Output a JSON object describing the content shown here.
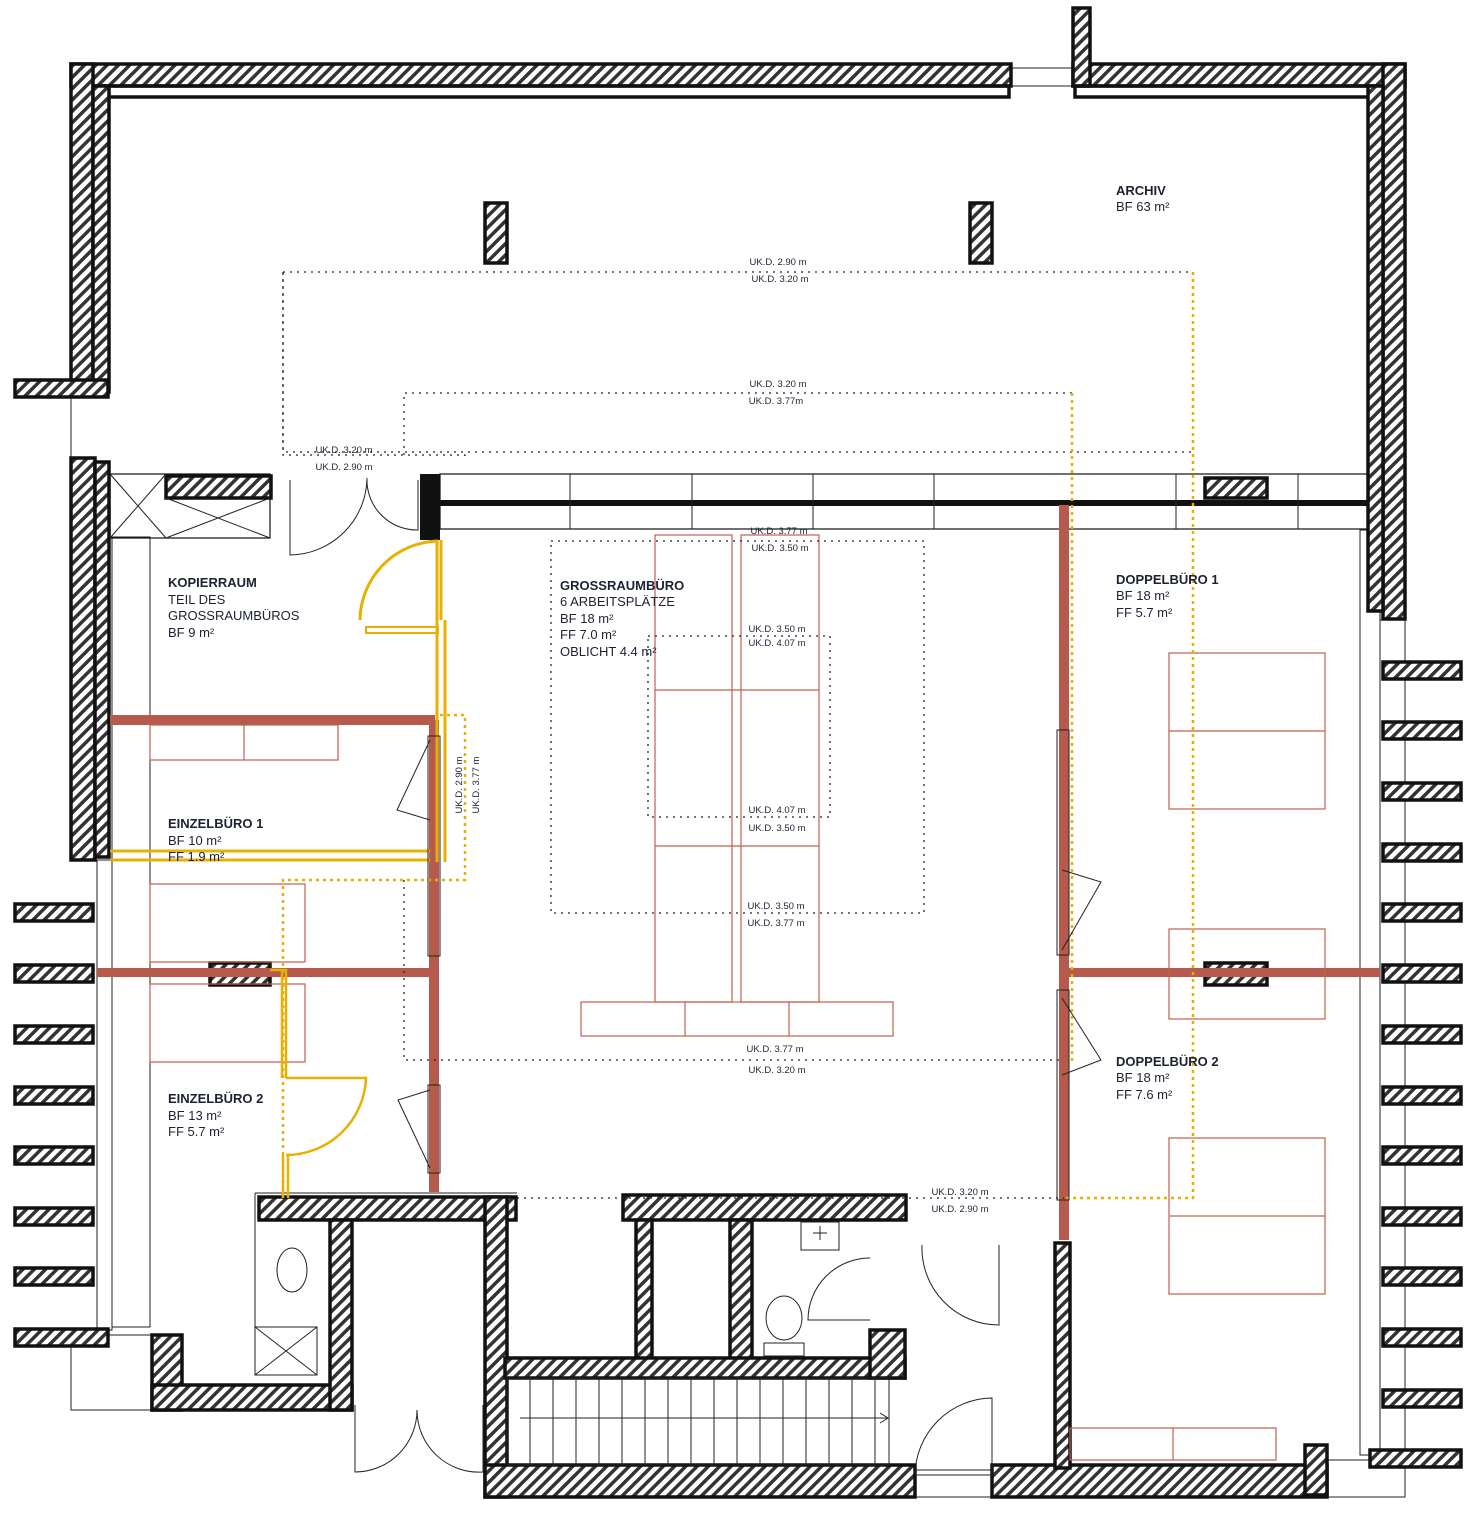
{
  "rooms": {
    "archiv": {
      "name": "ARCHIV",
      "bf": "BF 63 m²"
    },
    "kopierraum": {
      "name": "KOPIERRAUM",
      "l1": "TEIL DES",
      "l2": "GROSSRAUMBÜROS",
      "bf": "BF 9  m²"
    },
    "grossraum": {
      "name": "GROSSRAUMBÜRO",
      "l1": "6 ARBEITSPLÄTZE",
      "bf": "BF 18 m²",
      "ff": "FF 7.0 m²",
      "oblicht": "OBLICHT 4.4 m²"
    },
    "einzel1": {
      "name": "EINZELBÜRO 1",
      "bf": "BF 10 m²",
      "ff": "FF 1.9 m²"
    },
    "einzel2": {
      "name": "EINZELBÜRO 2",
      "bf": "BF 13 m²",
      "ff": "FF 5.7 m²"
    },
    "doppel1": {
      "name": "DOPPELBÜRO 1",
      "bf": "BF 18 m²",
      "ff": "FF 5.7 m²"
    },
    "doppel2": {
      "name": "DOPPELBÜRO 2",
      "bf": "BF 18 m²",
      "ff": "FF 7.6 m²"
    }
  },
  "heights": [
    "UK.D. 2.90 m",
    "UK.D. 3.20 m",
    "UK.D. 3.20 m",
    "UK.D. 3.77m",
    "UK.D. 3.20 m",
    "UK.D. 2.90 m",
    "UK.D. 3.77 m",
    "UK.D. 3.50 m",
    "UK.D. 3.50 m",
    "UK.D. 4.07 m",
    "UK.D. 4.07 m",
    "UK.D. 3.50 m",
    "UK.D. 3.50 m",
    "UK.D. 3.77 m",
    "UK.D. 3.77 m",
    "UK.D. 3.20 m",
    "UK.D. 3.20 m",
    "UK.D. 2.90 m",
    "UK.D. 2.90 m",
    "UK.D. 3.77 m"
  ],
  "colors": {
    "partition": "#b65a4d",
    "glass_partition": "#e8b000",
    "text": "#1c2233"
  }
}
